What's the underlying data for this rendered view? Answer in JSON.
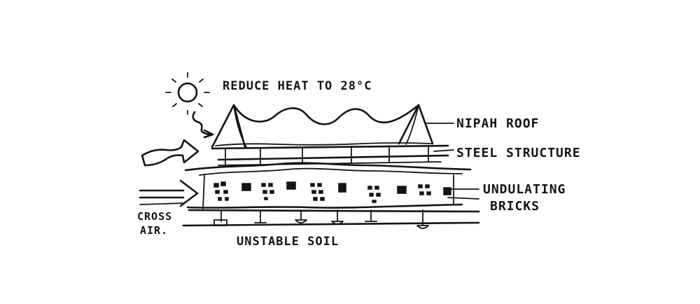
{
  "labels": {
    "sun_note": "REDUCE HEAT TO 28°C",
    "roof": "NIPAH ROOF",
    "steel": "STEEL STRUCTURE",
    "bricks_line1": "UNDULATING",
    "bricks_line2": "BRICKS",
    "air_line1": "CROSS",
    "air_line2": "AIR.",
    "soil": "UNSTABLE SOIL"
  },
  "colors": {
    "ink": "#141414",
    "paper": "#ffffff"
  },
  "icons": [
    "sun-icon",
    "heat-arrow-icon",
    "wind-arrow-icon",
    "cross-air-arrow-icon"
  ]
}
